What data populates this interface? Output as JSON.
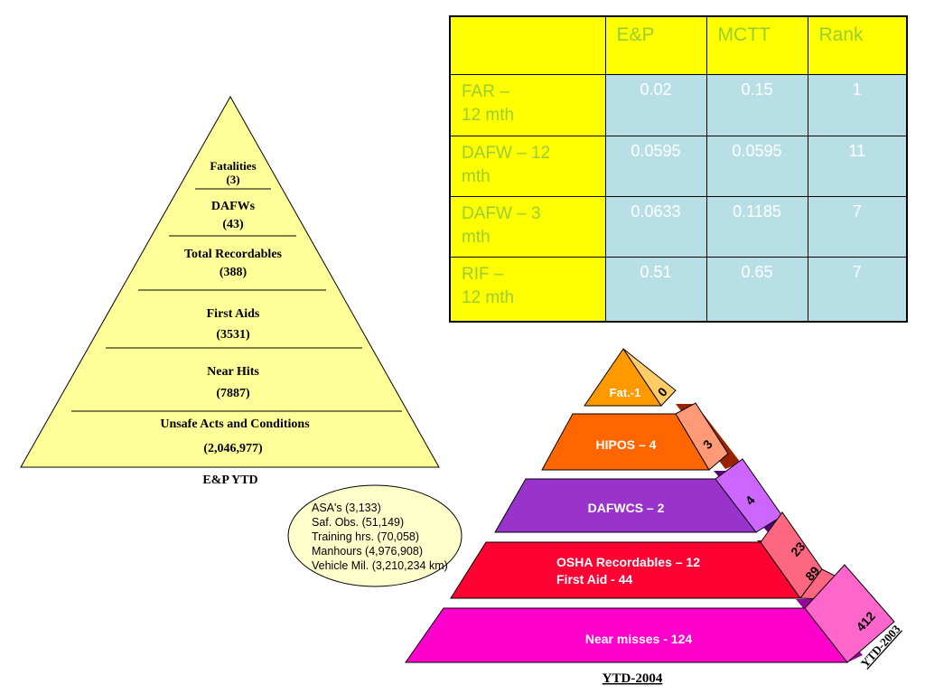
{
  "left_pyramid": {
    "caption": "E&P YTD",
    "tiers": [
      {
        "label": "Fatalities",
        "value": "(3)"
      },
      {
        "label": "DAFWs",
        "value": "(43)"
      },
      {
        "label": "Total Recordables",
        "value": "(388)"
      },
      {
        "label": "First Aids",
        "value": "(3531)"
      },
      {
        "label": "Near Hits",
        "value": "(7887)"
      },
      {
        "label": "Unsafe Acts and Conditions",
        "value": "(2,046,977)"
      }
    ],
    "colors": {
      "fill": "#ffff99",
      "stroke": "#000000"
    }
  },
  "table": {
    "headers": [
      "",
      "E&P",
      "MCTT",
      "Rank"
    ],
    "rows": [
      {
        "label_line1": "FAR –",
        "label_line2": "12 mth",
        "ep": "0.02",
        "mctt": "0.15",
        "rank": "1"
      },
      {
        "label_line1": "DAFW – 12",
        "label_line2": "mth",
        "ep": "0.0595",
        "mctt": "0.0595",
        "rank": "11"
      },
      {
        "label_line1": "DAFW – 3",
        "label_line2": "mth",
        "ep": "0.0633",
        "mctt": "0.1185",
        "rank": "7"
      },
      {
        "label_line1": "RIF –",
        "label_line2": "12 mth",
        "ep": "0.51",
        "mctt": "0.65",
        "rank": "7"
      }
    ],
    "colors": {
      "header_bg": "#ffff00",
      "label_text": "#9acd32",
      "value_bg": "#b8dfe6",
      "value_text": "#ffffff"
    }
  },
  "ellipse_stats": [
    "ASA's (3,133)",
    "Saf. Obs. (51,149)",
    "Training hrs. (70,058)",
    "Manhours (4,976,908)",
    "Vehicle Mil. (3,210,234 km)"
  ],
  "right_pyramid": {
    "caption": "YTD-2004",
    "side_caption": "YTD-2003",
    "tiers": [
      {
        "label": "Fat.-1",
        "side_value": "0",
        "color": "#ff9900"
      },
      {
        "label": "HIPOS – 4",
        "side_value": "3",
        "color": "#ff6600"
      },
      {
        "label": "DAFWCS – 2",
        "side_value": "4",
        "color": "#9933cc"
      },
      {
        "label_line1": "OSHA Recordables – 12",
        "label_line2": "First Aid - 44",
        "side_value_1": "23",
        "side_value_2": "89",
        "color": "#ff0033"
      },
      {
        "label": "Near misses - 124",
        "side_value": "412",
        "color": "#ff00cc"
      }
    ]
  }
}
